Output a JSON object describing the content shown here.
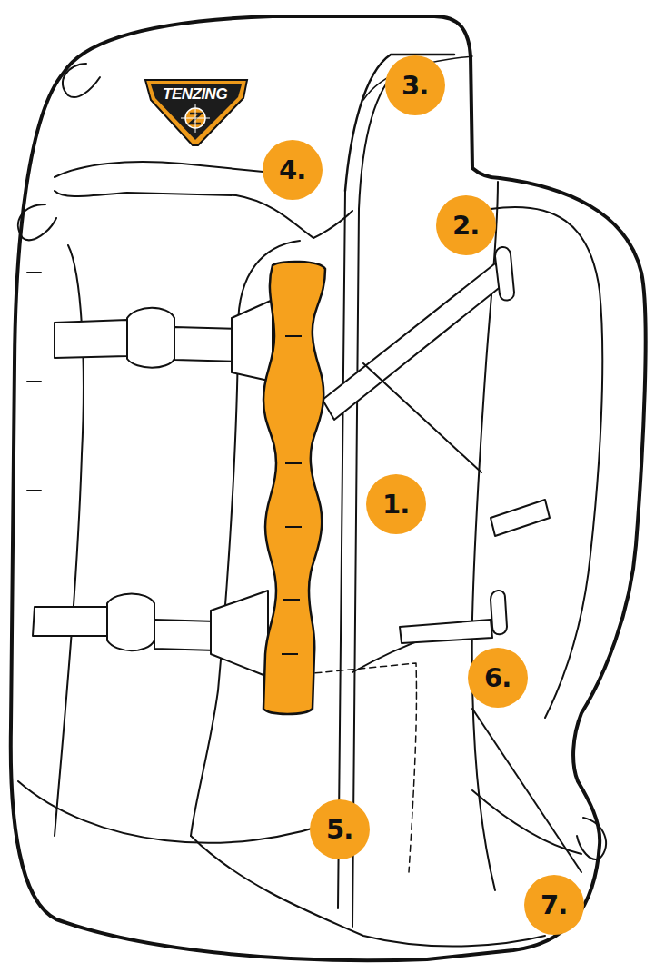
{
  "diagram": {
    "labels": [
      "TENZING",
      "4.",
      "3.",
      "2.",
      "1.",
      "6.",
      "5.",
      "7."
    ]
  }
}
